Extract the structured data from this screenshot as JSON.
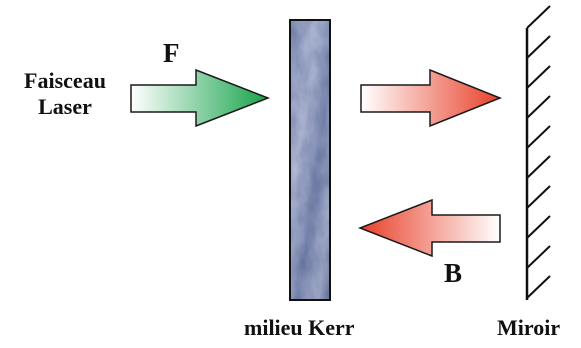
{
  "diagram": {
    "labels": {
      "laser_line1": "Faisceau",
      "laser_line2": "Laser",
      "forward": "F",
      "backward": "B",
      "medium": "milieu Kerr",
      "mirror": "Miroir"
    },
    "colors": {
      "forward_arrow_start": "#ffffff",
      "forward_arrow_end": "#17a34a",
      "reflected_arrow_start": "#ffffff",
      "reflected_arrow_end": "#e8402a",
      "medium_fill": "#9aa6c7",
      "medium_dark": "#6e7aa0",
      "outline": "#111111"
    },
    "icons": {
      "medium": "kerr-medium-slab-icon",
      "mirror": "hatched-mirror-icon"
    }
  }
}
